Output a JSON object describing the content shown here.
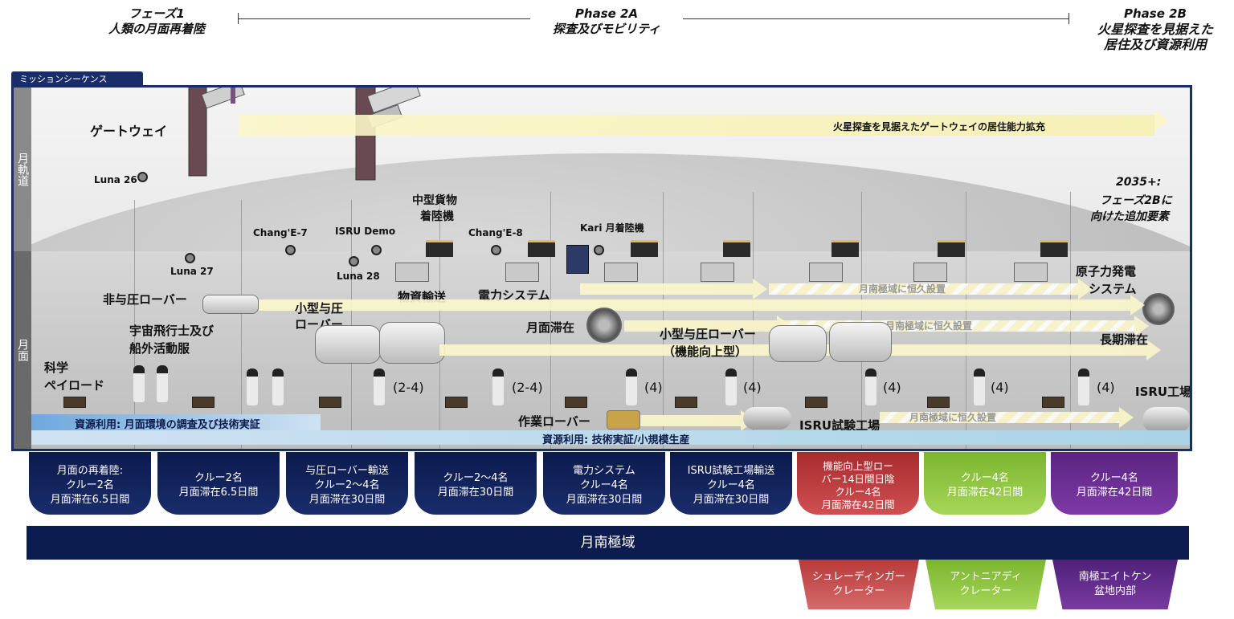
{
  "phases": [
    {
      "line1": "フェーズ1",
      "line2": "人類の月面再着陸"
    },
    {
      "line1": "Phase 2A",
      "line2": "探査及びモビリティ"
    },
    {
      "line1": "Phase 2B",
      "line2": "火星探査を見据えた",
      "line3": "居住及び資源利用"
    }
  ],
  "sequence_tab": "ミッションシーケンス",
  "side_labels": {
    "orbit": "月軌道",
    "surface": "月面"
  },
  "labels": {
    "gateway": "ゲートウェイ",
    "gateway_expansion": "火星探査を見据えたゲートウェイの居住能力拡充",
    "luna26": "Luna 26",
    "luna27": "Luna 27",
    "luna28": "Luna 28",
    "change7": "Chang'E-7",
    "isru_demo": "ISRU Demo",
    "change8": "Chang'E-8",
    "kari": "Kari 月着陸機",
    "midcargo_1": "中型貨物",
    "midcargo_2": "着陸機",
    "future_1": "2035+:",
    "future_2": "フェーズ2Bに",
    "future_3": "向けた追加要素",
    "unpressurized_rover": "非与圧ローバー",
    "cargo_transport": "物資輸送",
    "power_system": "電力システム",
    "permanent_1": "月南極域に恒久設置",
    "permanent_2": "月南極域に恒久設置",
    "permanent_3": "月南極域に恒久設置",
    "nuclear_1": "原子力発電",
    "nuclear_2": "システム",
    "small_pressurized_1": "小型与圧",
    "small_pressurized_2": "ローバー",
    "astronaut_1": "宇宙飛行士及び",
    "astronaut_2": "船外活動服",
    "lunar_stay": "月面滞在",
    "improved_rover_1": "小型与圧ローバー",
    "improved_rover_2": "（機能向上型）",
    "long_stay": "長期滞在",
    "science_1": "科学",
    "science_2": "ペイロード",
    "crew_a": "(2-4)",
    "crew_b": "(2-4)",
    "crew_c": "(4)",
    "crew_d": "(4)",
    "crew_e": "(4)",
    "crew_f": "(4)",
    "crew_g": "(4)",
    "isru_factory": "ISRU工場",
    "work_rover": "作業ローバー",
    "isru_test_plant": "ISRU試験工場",
    "resource_1": "資源利用: 月面環境の調査及び技術実証",
    "resource_2": "資源利用: 技術実証/小規模生産"
  },
  "missions": [
    {
      "text": "月面の再着陸:\nクルー2名\n月面滞在6.5日間",
      "color": "#0c1a4d"
    },
    {
      "text": "クルー2名\n月面滞在6.5日間",
      "color": "#0c1a4d"
    },
    {
      "text": "与圧ローバー輸送\nクルー2〜4名\n月面滞在30日間",
      "color": "#0c1a4d"
    },
    {
      "text": "クルー2〜4名\n月面滞在30日間",
      "color": "#0c1a4d"
    },
    {
      "text": "電力システム\nクルー4名\n月面滞在30日間",
      "color": "#0c1a4d"
    },
    {
      "text": "ISRU試験工場輸送\nクルー4名\n月面滞在30日間",
      "color": "#0c1a4d"
    },
    {
      "text": "機能向上型ロー\nバー14日間日陰\nクルー4名\n月面滞在42日間",
      "color": "#c0393b"
    },
    {
      "text": "クルー4名\n月面滞在42日間",
      "color": "#8cc63f"
    },
    {
      "text": "クルー4名\n月面滞在42日間",
      "color": "#6a2c91"
    }
  ],
  "region": "月南極域",
  "craters": [
    {
      "text": "シュレーディンガー\nクレーター",
      "color": "#b73a3a"
    },
    {
      "text": "アントニアディ\nクレーター",
      "color": "#8cc63f"
    },
    {
      "text": "南極エイトケン\n盆地内部",
      "color": "#5b2a86"
    }
  ]
}
